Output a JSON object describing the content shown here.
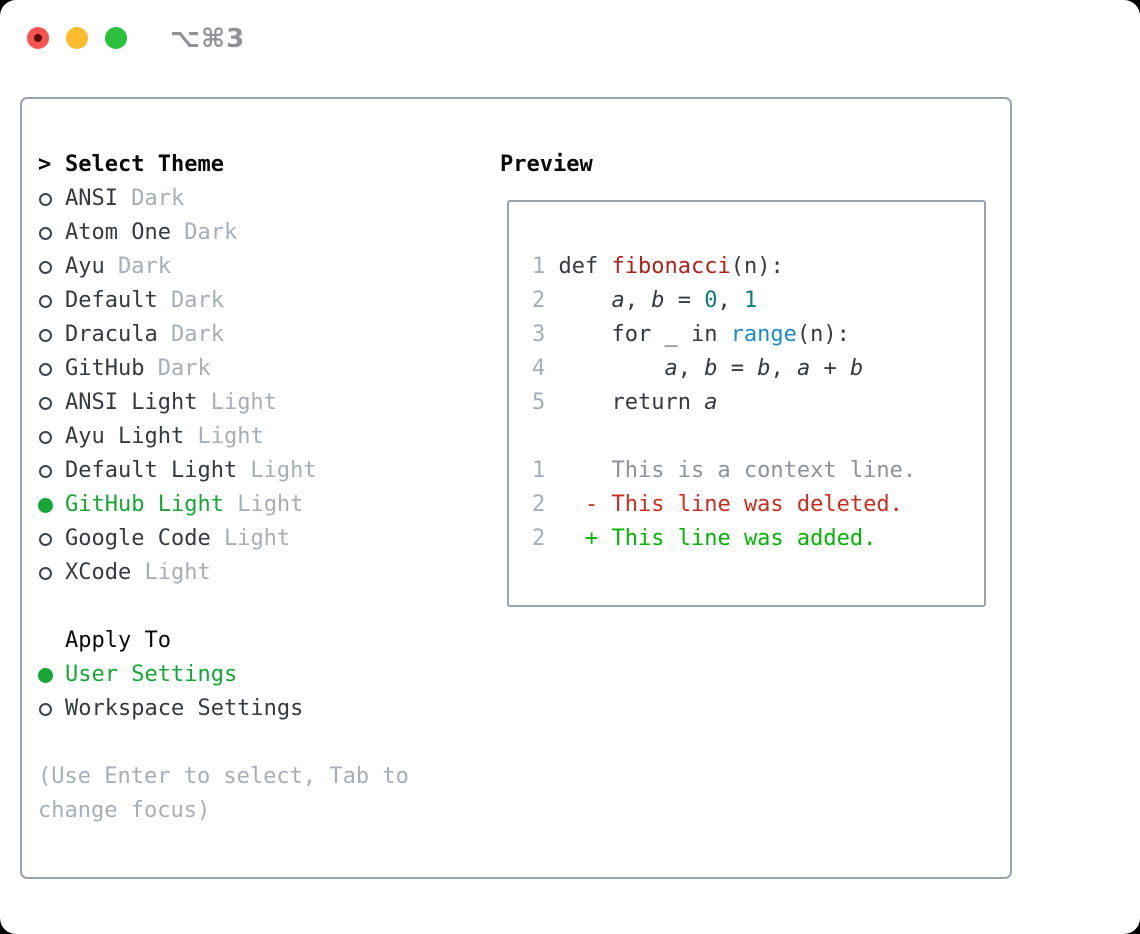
{
  "window": {
    "title": "⌥⌘3"
  },
  "colors": {
    "accent_green": "#17a736",
    "panel_border": "#9aa3ad",
    "text_dark": "#343a40",
    "text_black": "#0a0a0a",
    "text_muted": "#a6aeb8",
    "func_red": "#b0211a",
    "number_teal": "#0e7f78",
    "builtin_blue": "#1e8bc8",
    "diff_context_gray": "#8d939a",
    "diff_deleted_red": "#cb2e20",
    "diff_added_green": "#06b406",
    "traffic_red": "#f4544d",
    "traffic_red_dot": "#55100b",
    "traffic_yellow": "#fbbb2c",
    "traffic_green": "#2bc13c",
    "title_gray": "#919196"
  },
  "theme_list": {
    "cursor": ">",
    "header": "Select Theme",
    "items": [
      {
        "label": "ANSI",
        "variant": "Dark",
        "selected": false
      },
      {
        "label": "Atom One",
        "variant": "Dark",
        "selected": false
      },
      {
        "label": "Ayu",
        "variant": "Dark",
        "selected": false
      },
      {
        "label": "Default",
        "variant": "Dark",
        "selected": false
      },
      {
        "label": "Dracula",
        "variant": "Dark",
        "selected": false
      },
      {
        "label": "GitHub",
        "variant": "Dark",
        "selected": false
      },
      {
        "label": "ANSI Light",
        "variant": "Light",
        "selected": false
      },
      {
        "label": "Ayu Light",
        "variant": "Light",
        "selected": false
      },
      {
        "label": "Default Light",
        "variant": "Light",
        "selected": false
      },
      {
        "label": "GitHub Light",
        "variant": "Light",
        "selected": true
      },
      {
        "label": "Google Code",
        "variant": "Light",
        "selected": false
      },
      {
        "label": "XCode",
        "variant": "Light",
        "selected": false
      }
    ]
  },
  "apply_to": {
    "header": "Apply To",
    "options": [
      {
        "label": "User Settings",
        "selected": true
      },
      {
        "label": "Workspace Settings",
        "selected": false
      }
    ]
  },
  "hint": {
    "lines": [
      "(Use Enter to select, Tab to",
      "change focus)"
    ]
  },
  "preview": {
    "header": "Preview",
    "code_lines": [
      {
        "segments": [
          {
            "text": "1",
            "style": "linenum"
          },
          {
            "text": " def ",
            "style": "plain"
          },
          {
            "text": "fibonacci",
            "style": "func"
          },
          {
            "text": "(n):",
            "style": "plain"
          }
        ]
      },
      {
        "segments": [
          {
            "text": "2",
            "style": "linenum"
          },
          {
            "text": "     ",
            "style": "plain"
          },
          {
            "text": "a",
            "style": "var"
          },
          {
            "text": ", ",
            "style": "plain"
          },
          {
            "text": "b",
            "style": "var"
          },
          {
            "text": " = ",
            "style": "plain"
          },
          {
            "text": "0",
            "style": "num"
          },
          {
            "text": ", ",
            "style": "plain"
          },
          {
            "text": "1",
            "style": "num"
          }
        ]
      },
      {
        "segments": [
          {
            "text": "3",
            "style": "linenum"
          },
          {
            "text": "     for _ in ",
            "style": "plain"
          },
          {
            "text": "range",
            "style": "builtin"
          },
          {
            "text": "(n):",
            "style": "plain"
          }
        ]
      },
      {
        "segments": [
          {
            "text": "4",
            "style": "linenum"
          },
          {
            "text": "         ",
            "style": "plain"
          },
          {
            "text": "a",
            "style": "var"
          },
          {
            "text": ", ",
            "style": "plain"
          },
          {
            "text": "b",
            "style": "var"
          },
          {
            "text": " = ",
            "style": "plain"
          },
          {
            "text": "b",
            "style": "var"
          },
          {
            "text": ", ",
            "style": "plain"
          },
          {
            "text": "a",
            "style": "var"
          },
          {
            "text": " + ",
            "style": "plain"
          },
          {
            "text": "b",
            "style": "var"
          }
        ]
      },
      {
        "segments": [
          {
            "text": "5",
            "style": "linenum"
          },
          {
            "text": "     return ",
            "style": "plain"
          },
          {
            "text": "a",
            "style": "var"
          }
        ]
      },
      {
        "segments": []
      },
      {
        "segments": [
          {
            "text": "1",
            "style": "linenum"
          },
          {
            "text": "     This is a context line.",
            "style": "context"
          }
        ]
      },
      {
        "segments": [
          {
            "text": "2",
            "style": "linenum"
          },
          {
            "text": "   ",
            "style": "plain"
          },
          {
            "text": "- This line was deleted.",
            "style": "del"
          }
        ]
      },
      {
        "segments": [
          {
            "text": "2",
            "style": "linenum"
          },
          {
            "text": "   ",
            "style": "plain"
          },
          {
            "text": "+ This line was added.",
            "style": "add"
          }
        ]
      }
    ]
  }
}
